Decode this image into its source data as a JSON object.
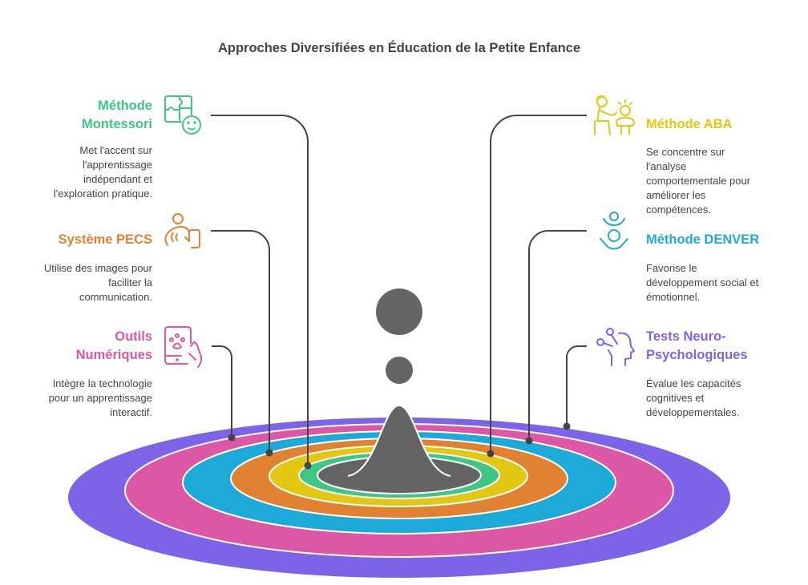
{
  "title": "Approches Diversifiées en Éducation de la Petite Enfance",
  "connector_color": "#444444",
  "center_color": "#646464",
  "approaches": [
    {
      "id": "montessori",
      "side": "left",
      "color": "#3DC684",
      "icon": "puzzle-child-icon",
      "heading": [
        "Méthode",
        "Montessori"
      ],
      "description": [
        "Met l'accent sur",
        "l'apprentissage",
        "indépendant et",
        "l'exploration pratique."
      ]
    },
    {
      "id": "pecs",
      "side": "left",
      "color": "#E08232",
      "icon": "child-pointing-picture-icon",
      "heading": [
        "Système PECS"
      ],
      "description": [
        "Utilise des images pour",
        "faciliter la",
        "communication."
      ]
    },
    {
      "id": "outils",
      "side": "left",
      "color": "#DC57A6",
      "icon": "tablet-hand-icon",
      "heading": [
        "Outils",
        "Numériques"
      ],
      "description": [
        "Intègre la technologie",
        "pour un apprentissage",
        "interactif."
      ]
    },
    {
      "id": "aba",
      "side": "right",
      "color": "#E2C812",
      "icon": "teacher-child-icon",
      "heading": [
        "Méthode ABA"
      ],
      "description": [
        "Se concentre sur",
        "l'analyse",
        "comportementale pour",
        "améliorer les",
        "compétences."
      ]
    },
    {
      "id": "denver",
      "side": "right",
      "color": "#1EAAD9",
      "icon": "parent-child-play-icon",
      "heading": [
        "Méthode DENVER"
      ],
      "description": [
        "Favorise le",
        "développement social et",
        "émotionnel."
      ]
    },
    {
      "id": "neuro",
      "side": "right",
      "color": "#7C63E7",
      "icon": "head-probe-icon",
      "heading": [
        "Tests Neuro-",
        "Psychologiques"
      ],
      "description": [
        "Évalue les capacités",
        "cognitives et",
        "développementales."
      ]
    }
  ]
}
